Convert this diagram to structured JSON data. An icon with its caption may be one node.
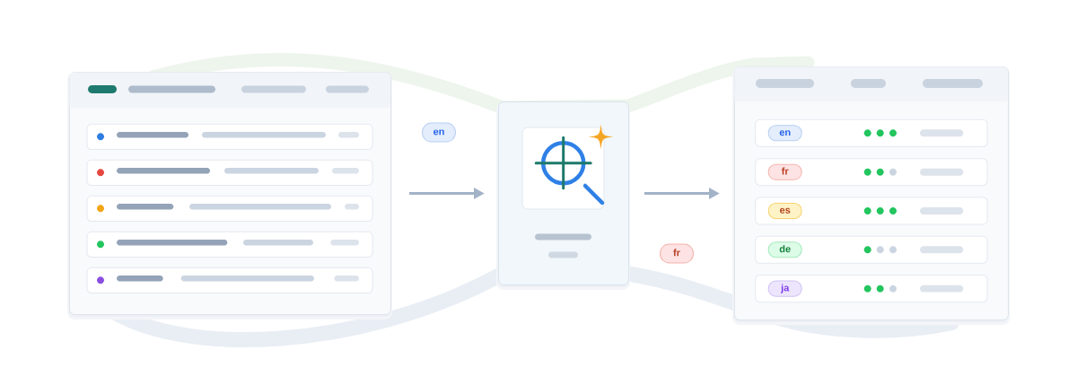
{
  "diagram": {
    "nodes": [
      {
        "text": [],
        "shape": "box"
      },
      {
        "text": [
          "en"
        ]
      },
      {
        "text": [],
        "shape": "box"
      },
      {
        "text": [
          "fr"
        ]
      },
      {
        "text": [],
        "shape": "box"
      },
      {
        "text": [
          "en"
        ],
        "in": 4
      },
      {
        "text": [
          "fr"
        ],
        "in": 4
      },
      {
        "text": [
          "es"
        ],
        "in": 4
      },
      {
        "text": [
          "de"
        ],
        "in": 4
      },
      {
        "text": [
          "ja"
        ],
        "in": 4
      }
    ],
    "edges": [
      {
        "from": 0,
        "to": 2,
        "arrow": "to"
      },
      {
        "from": 2,
        "to": 4,
        "arrow": "to"
      }
    ]
  }
}
